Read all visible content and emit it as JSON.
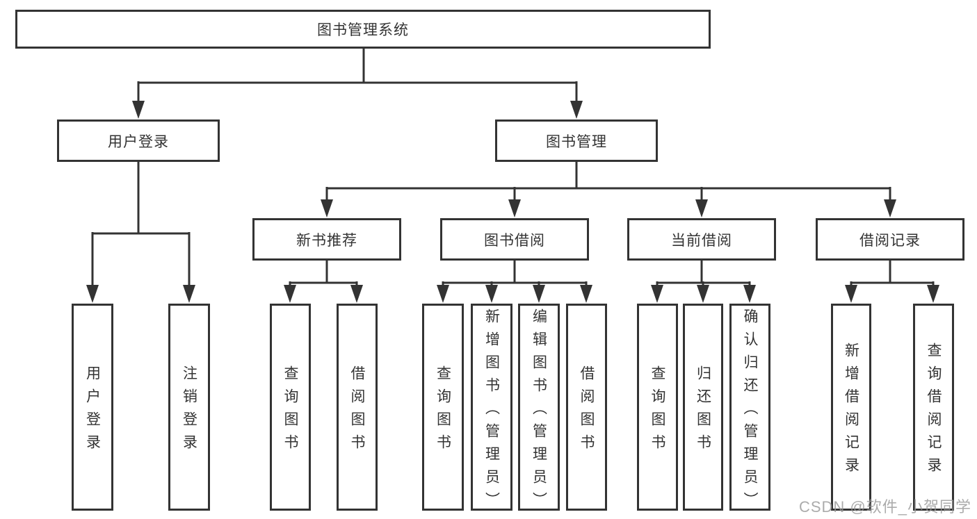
{
  "diagram_type": "hierarchy-tree",
  "title": "图书管理系统",
  "watermark": "CSDN @软件_小贺同学",
  "colors": {
    "line": "#333333",
    "box_border": "#333333",
    "box_fill": "#ffffff",
    "text": "#333333",
    "background": "#ffffff",
    "watermark": "#969696"
  },
  "nodes": {
    "root": "图书管理系统",
    "user_login_branch": "用户登录",
    "book_management": "图书管理",
    "user_login": "用户登录",
    "logout": "注销登录",
    "new_book_recommend": "新书推荐",
    "book_borrowing": "图书借阅",
    "current_borrowing": "当前借阅",
    "borrow_records": "借阅记录",
    "nbr_query_books": "查询图书",
    "nbr_borrow_books": "借阅图书",
    "bb_query_books": "查询图书",
    "bb_add_books_admin": "新增图书（管理员）",
    "bb_edit_books_admin": "编辑图书（管理员）",
    "bb_borrow_books": "借阅图书",
    "cb_query_books": "查询图书",
    "cb_return_books": "归还图书",
    "cb_confirm_return_admin": "确认归还（管理员）",
    "br_add_record": "新增借阅记录",
    "br_query_record": "查询借阅记录"
  },
  "hierarchy": {
    "图书管理系统": {
      "用户登录": [
        "用户登录",
        "注销登录"
      ],
      "图书管理": {
        "新书推荐": [
          "查询图书",
          "借阅图书"
        ],
        "图书借阅": [
          "查询图书",
          "新增图书（管理员）",
          "编辑图书（管理员）",
          "借阅图书"
        ],
        "当前借阅": [
          "查询图书",
          "归还图书",
          "确认归还（管理员）"
        ],
        "借阅记录": [
          "新增借阅记录",
          "查询借阅记录"
        ]
      }
    }
  }
}
